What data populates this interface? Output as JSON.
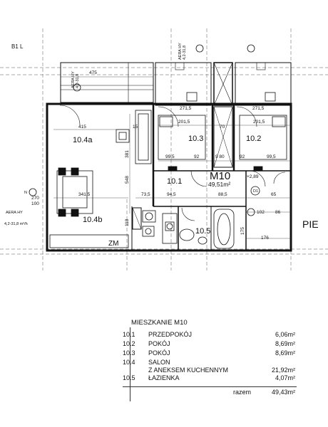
{
  "plan": {
    "unit_name": "M10",
    "unit_area": "49,51m²",
    "rooms": {
      "r104a": "10.4a",
      "r103": "10.3",
      "r102": "10.2",
      "r101": "10.1",
      "r104b": "10.4b",
      "r105": "10.5"
    },
    "labels": {
      "axis_b1": "B1 L",
      "aera_left_1": "AERA HY",
      "aera_left_2": "4,2-31,8 m³/h",
      "aera_top1_1": "AERA HY",
      "aera_top1_2": "4,2-31,8",
      "aera_top2_1": "AERA HY",
      "aera_top2_2": "4,2-31,8",
      "zm": "ZM",
      "edge_text": "PIE",
      "level": "+2,89",
      "d01": "D1",
      "n01": "N"
    },
    "dimensions": {
      "d475": "475",
      "d415": "415",
      "d3415": "341,5",
      "d548": "548",
      "d381": "381",
      "d2715a": "271,5",
      "d2015a": "201,5",
      "d2715b": "271,5",
      "d2015b": "201,5",
      "d995a": "99,5",
      "d92a": "92",
      "d92b": "92",
      "d995b": "99,5",
      "d70": "70",
      "d980": "9 80",
      "d735": "73,5",
      "d945": "94,5",
      "d885": "88,5",
      "d65": "65",
      "d102": "102",
      "d86": "86",
      "d176": "176",
      "d118": "118",
      "d175": "175",
      "d270": "270",
      "d100": "100",
      "d15": "15"
    }
  },
  "legend": {
    "title": "MIESZKANIE  M10",
    "rows": [
      {
        "num": "10.1",
        "name": "PRZEDPOKÓJ",
        "area": "6,06m²"
      },
      {
        "num": "10.2",
        "name": "POKÓJ",
        "area": "8,69m²"
      },
      {
        "num": "10.3",
        "name": "POKÓJ",
        "area": "8,69m²"
      },
      {
        "num": "10.4",
        "name1": "SALON",
        "name2": "Z ANEKSEM KUCHENNYM",
        "area": "21,92m²"
      },
      {
        "num": "10.5",
        "name": "ŁAZIENKA",
        "area": "4,07m²"
      }
    ],
    "total_label": "razem",
    "total_area": "49,43m²"
  }
}
